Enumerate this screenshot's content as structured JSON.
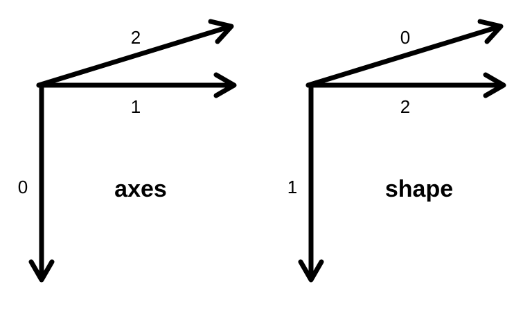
{
  "panels": [
    {
      "title": "axes",
      "labels": {
        "down": "0",
        "right": "1",
        "diagonal": "2"
      }
    },
    {
      "title": "shape",
      "labels": {
        "down": "1",
        "right": "2",
        "diagonal": "0"
      }
    }
  ]
}
